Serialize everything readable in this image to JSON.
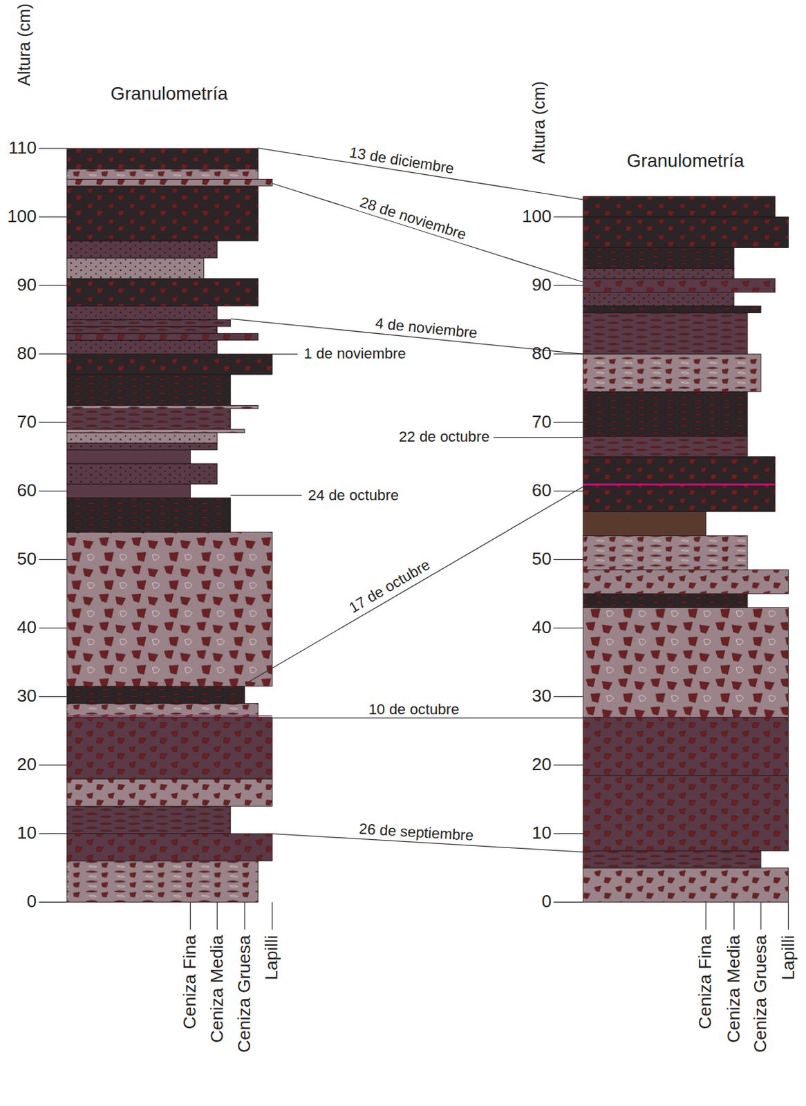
{
  "diagram": {
    "labels": [
      "Altura (cm)",
      "Granulometría",
      "Altura (cm)",
      "Granulometría",
      "0",
      "10",
      "20",
      "30",
      "40",
      "50",
      "60",
      "70",
      "80",
      "90",
      "100",
      "110",
      "0",
      "10",
      "20",
      "30",
      "40",
      "50",
      "60",
      "70",
      "80",
      "90",
      "100",
      "13 de diciembre",
      "28 de noviembre",
      "4 de noviembre",
      "1 de noviembre",
      "24 de octubre",
      "22 de octubre",
      "17 de octubre",
      "10 de octubre",
      "26 de septiembre",
      "Ceniza Fina",
      "Ceniza Media",
      "Ceniza Gruesa",
      "Lapilli",
      "Ceniza Fina",
      "Ceniza Media",
      "Ceniza Gruesa",
      "Lapilli"
    ]
  }
}
